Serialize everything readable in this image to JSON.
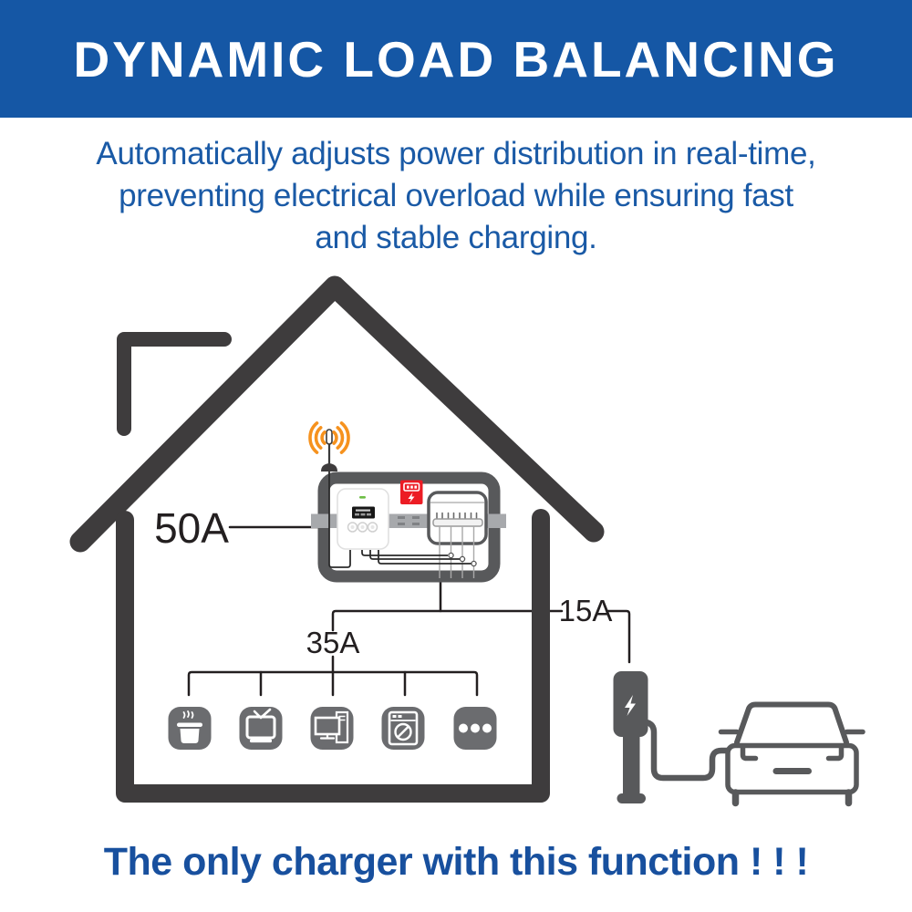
{
  "header": {
    "title": "DYNAMIC LOAD BALANCING",
    "bg_color": "#1557A5",
    "text_color": "#FFFFFF"
  },
  "subtitle": {
    "line1": "Automatically adjusts power distribution in real-time,",
    "line2": "preventing electrical overload while ensuring fast",
    "line3": "and stable charging.",
    "color": "#1A5AA6"
  },
  "diagram": {
    "main_breaker_label": "50A",
    "household_branch_label": "35A",
    "ev_branch_label": "15A",
    "appliances": [
      "cooking-pot",
      "tv",
      "computer",
      "washing-machine",
      "more-appliances"
    ],
    "colors": {
      "house_outline": "#3E3C3D",
      "panel_gray": "#58595B",
      "busbar_gray": "#A7A9AC",
      "icon_gray": "#6B6C6F",
      "wifi_orange": "#F6921E",
      "alert_red": "#EC1C24",
      "wire_black": "#231F20",
      "led_green": "#6DBE45"
    }
  },
  "footer": {
    "text": "The only charger with this function ! ! !",
    "color": "#18509E"
  }
}
